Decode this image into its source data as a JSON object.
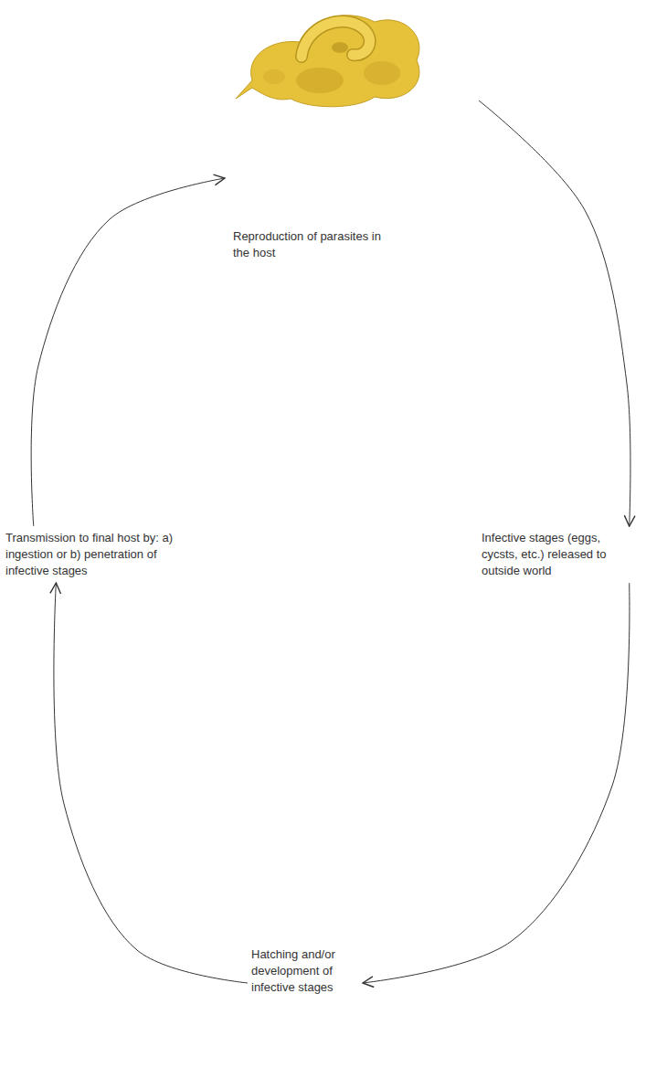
{
  "diagram": {
    "nodes": [
      {
        "text": [
          "Reproduction of parasites in the host"
        ]
      },
      {
        "text": [
          "Transmission to final host by: a) ingestion or b) penetration of infective stages"
        ]
      },
      {
        "text": [
          "Infective stages (eggs, cycsts, etc.) released to outside world"
        ]
      },
      {
        "text": [
          "Hatching and/or development of infective stages"
        ]
      }
    ],
    "edges": [
      {
        "from": 0,
        "to": 2,
        "arrow": "to"
      },
      {
        "from": 2,
        "to": 3,
        "arrow": "to"
      },
      {
        "from": 3,
        "to": 1,
        "arrow": "to"
      },
      {
        "from": 1,
        "to": 0,
        "arrow": "to"
      }
    ]
  }
}
